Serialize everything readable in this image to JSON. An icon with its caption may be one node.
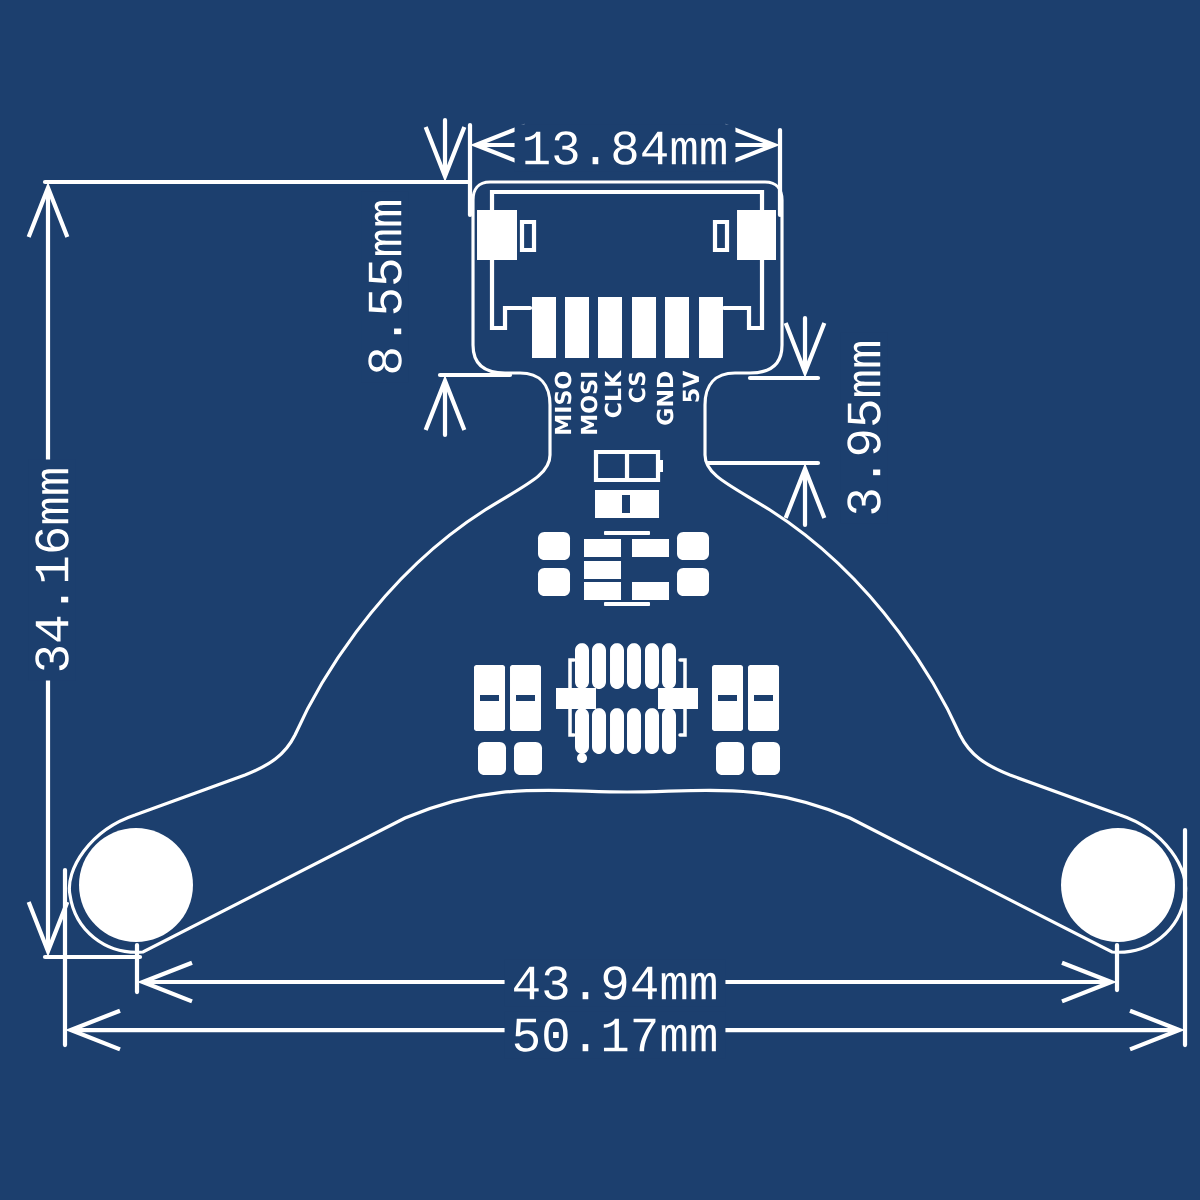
{
  "diagram": {
    "labels": [
      "13.84mm",
      "8.55mm",
      "MISO",
      "MOSI",
      "CLK",
      "CS",
      "GND",
      "5V",
      "3.95mm",
      "34.16mm",
      "43.94mm",
      "50.17mm"
    ]
  }
}
